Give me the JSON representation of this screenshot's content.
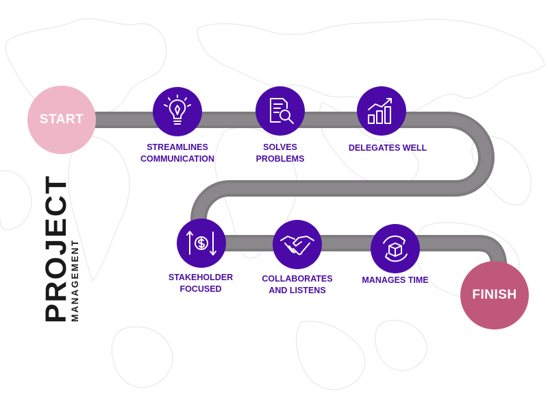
{
  "title": {
    "main": "PROJECT",
    "sub": "MANAGEMENT"
  },
  "start_label": "START",
  "finish_label": "FINISH",
  "steps": [
    {
      "label": "STREAMLINES\nCOMMUNICATION",
      "icon": "lightbulb-icon"
    },
    {
      "label": "SOLVES\nPROBLEMS",
      "icon": "document-search-icon"
    },
    {
      "label": "DELEGATES WELL",
      "icon": "growth-chart-icon"
    },
    {
      "label": "STAKEHOLDER\nFOCUSED",
      "icon": "dollar-exchange-icon"
    },
    {
      "label": "COLLABORATES\nAND LISTENS",
      "icon": "handshake-icon"
    },
    {
      "label": "MANAGES TIME",
      "icon": "box-cycle-icon"
    }
  ],
  "colors": {
    "road": "#828082",
    "icon_circle": "#4b0aa8",
    "start_circle": "#efb6c7",
    "finish_circle": "#c0587c",
    "label_text": "#4a0ca3",
    "map_lines": "#ebebeb"
  }
}
